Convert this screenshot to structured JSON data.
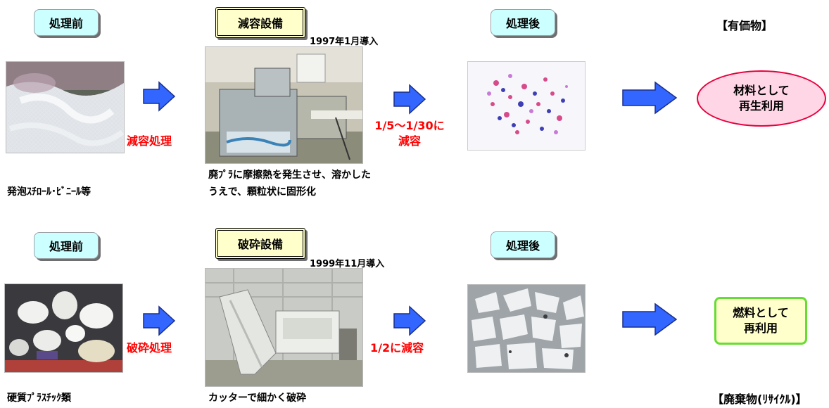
{
  "row1": {
    "before_label": "処理前",
    "equipment_label": "減容設備",
    "install_date": "1997年1月導入",
    "after_label": "処理後",
    "category": "【有価物】",
    "process_text": "減容処理",
    "reduction_text_line1": "1/5～1/30に",
    "reduction_text_line2": "減容",
    "result_line1": "材料として",
    "result_line2": "再生利用",
    "before_caption": "発泡ｽﾁﾛｰﾙ･ﾋﾞﾆｰﾙ等",
    "equipment_caption_line1": "廃ﾌﾟﾗに摩擦熱を発生させ、溶かした",
    "equipment_caption_line2": "うえで、顆粒状に固形化"
  },
  "row2": {
    "before_label": "処理前",
    "equipment_label": "破砕設備",
    "install_date": "1999年11月導入",
    "after_label": "処理後",
    "category": "【廃棄物(ﾘｻｲｸﾙ)】",
    "process_text": "破砕処理",
    "reduction_text": "1/2に減容",
    "result_line1": "燃料として",
    "result_line2": "再利用",
    "before_caption": "硬質ﾌﾟﾗｽﾁｯｸ類",
    "equipment_caption": "カッターで細かく破砕"
  },
  "colors": {
    "arrow_fill": "#3366ff",
    "label_fill": "#ccffff",
    "equipment_fill": "#ffffcc",
    "red_text": "#ff0000",
    "oval_fill": "#ffd6e6",
    "oval_border": "#e6003c",
    "rect_border": "#66dd33"
  }
}
